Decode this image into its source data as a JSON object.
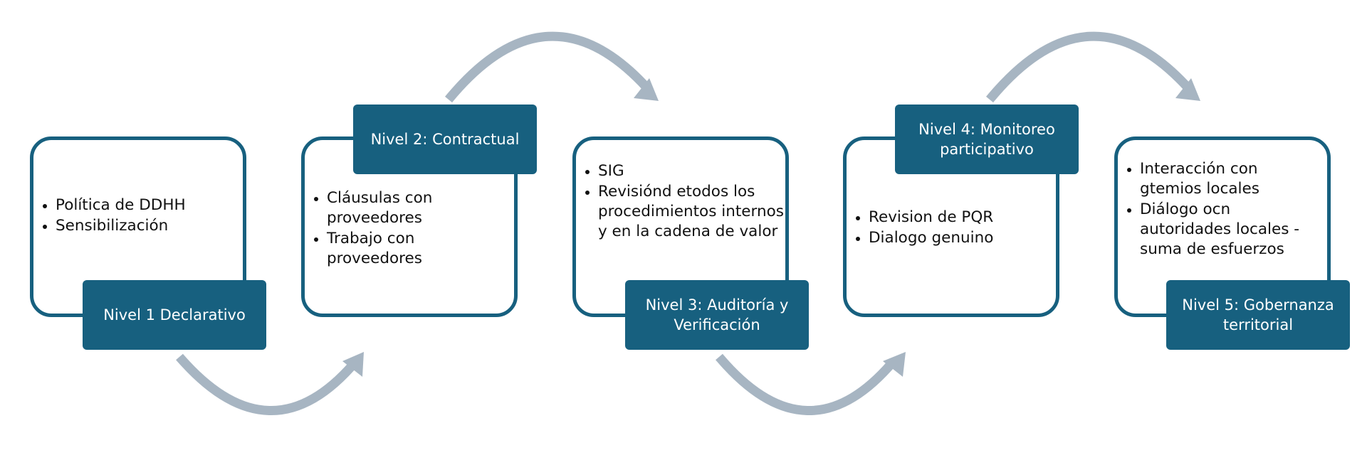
{
  "colors": {
    "box_border": "#17607f",
    "label_fill": "#17607f",
    "label_text": "#ffffff",
    "arrow": "#a7b5c2",
    "body_text": "#111111"
  },
  "levels": [
    {
      "title": "Nivel 1 Declarativo",
      "bullets": [
        "Política de DDHH",
        "Sensibilización"
      ]
    },
    {
      "title": "Nivel 2: Contractual",
      "bullets": [
        "Cláusulas con proveedores",
        "Trabajo con proveedores"
      ]
    },
    {
      "title": "Nivel 3: Auditoría y Verificación",
      "bullets": [
        "SIG",
        "Revisiónd etodos los procedimientos internos y en la cadena de valor"
      ]
    },
    {
      "title": "Nivel 4: Monitoreo participativo",
      "bullets": [
        "Revision de PQR",
        "Dialogo genuino"
      ]
    },
    {
      "title": "Nivel 5: Gobernanza territorial",
      "bullets": [
        "Interacción con gtemios locales",
        "Diálogo ocn autoridades locales - suma de esfuerzos"
      ]
    }
  ],
  "connectors": [
    {
      "from": 1,
      "to": 2,
      "icon": "curved-arrow-icon",
      "direction": "below"
    },
    {
      "from": 2,
      "to": 3,
      "icon": "curved-arrow-icon",
      "direction": "above"
    },
    {
      "from": 3,
      "to": 4,
      "icon": "curved-arrow-icon",
      "direction": "below"
    },
    {
      "from": 4,
      "to": 5,
      "icon": "curved-arrow-icon",
      "direction": "above"
    }
  ]
}
